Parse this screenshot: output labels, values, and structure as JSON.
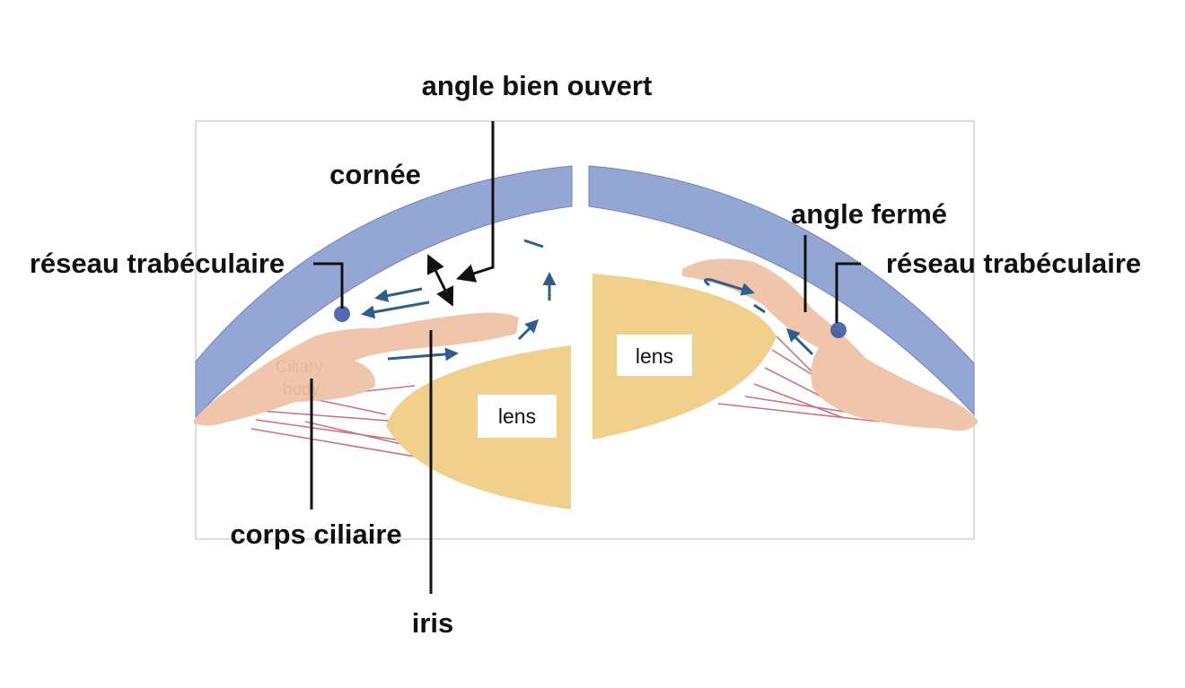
{
  "labels": {
    "angle_open": "angle bien ouvert",
    "cornea": "cornée",
    "angle_closed": "angle fermé",
    "trabecular_left": "réseau trabéculaire",
    "trabecular_right": "réseau trabéculaire",
    "ciliary_body": "corps ciliaire",
    "iris": "iris",
    "lens_left": "lens",
    "lens_right": "lens",
    "faint_ciliary": "Ciliary",
    "faint_body": "body"
  },
  "colors": {
    "cornea": "#94a6d3",
    "cornea_edge": "#6f83bd",
    "iris": "#efc6ab",
    "lens": "#f1d08d",
    "zonule": "#c8737f",
    "flow_arrow": "#2f5e8b",
    "trabecular": "#3450a0",
    "leader": "#111111",
    "frame": "#bdbdbd"
  }
}
